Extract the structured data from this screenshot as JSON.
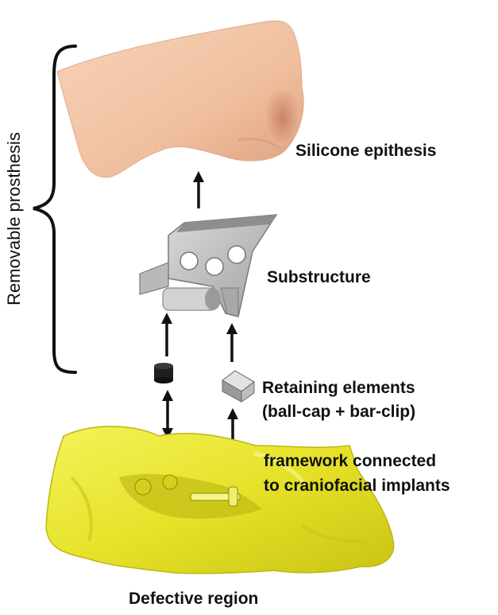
{
  "labels": {
    "removable": "Removable prosthesis",
    "silicone": "Silicone epithesis",
    "substructure": "Substructure",
    "retaining_line1": "Retaining elements",
    "retaining_line2": "(ball-cap + bar-clip)",
    "framework_line1": "framework connected",
    "framework_line2": "to craniofacial implants",
    "defective": "Defective region"
  },
  "colors": {
    "nose": "#f2c1a1",
    "substructure": "#c7c7c7",
    "framework": "#ecea32",
    "text": "#111111"
  }
}
